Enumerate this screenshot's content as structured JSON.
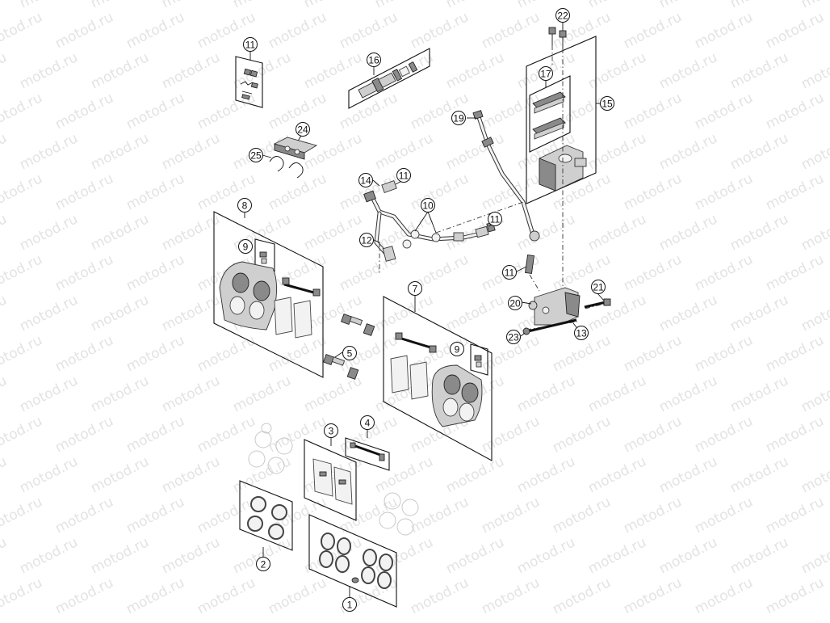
{
  "watermark": {
    "text": "motod.ru"
  },
  "callouts": [
    "1",
    "2",
    "3",
    "4",
    "5",
    "7",
    "8",
    "9",
    "9",
    "10",
    "11",
    "11",
    "11",
    "11",
    "12",
    "13",
    "14",
    "15",
    "16",
    "17",
    "19",
    "20",
    "21",
    "22",
    "23",
    "24",
    "25"
  ]
}
